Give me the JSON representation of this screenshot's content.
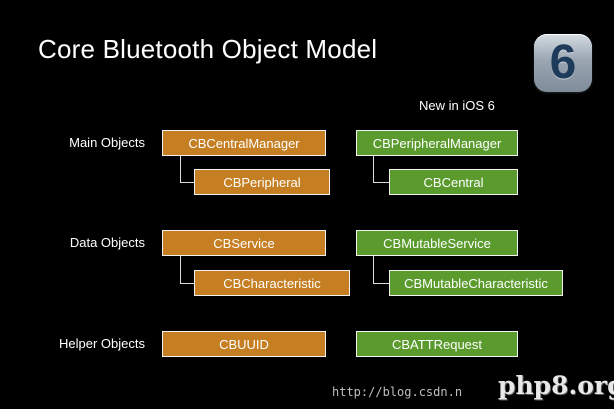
{
  "title": "Core Bluetooth Object Model",
  "ios_badge": "6",
  "new_label": "New in iOS 6",
  "colors": {
    "existing": "#c57e22",
    "new": "#5b9b2e",
    "background": "#000000"
  },
  "rows": {
    "main": {
      "label": "Main Objects",
      "left_parent": "CBCentralManager",
      "left_child": "CBPeripheral",
      "right_parent": "CBPeripheralManager",
      "right_child": "CBCentral"
    },
    "data": {
      "label": "Data Objects",
      "left_parent": "CBService",
      "left_child": "CBCharacteristic",
      "right_parent": "CBMutableService",
      "right_child": "CBMutableCharacteristic"
    },
    "helper": {
      "label": "Helper Objects",
      "left": "CBUUID",
      "right": "CBATTRequest"
    }
  },
  "watermark": {
    "url": "http://blog.csdn.n",
    "logo": "php8.org"
  }
}
